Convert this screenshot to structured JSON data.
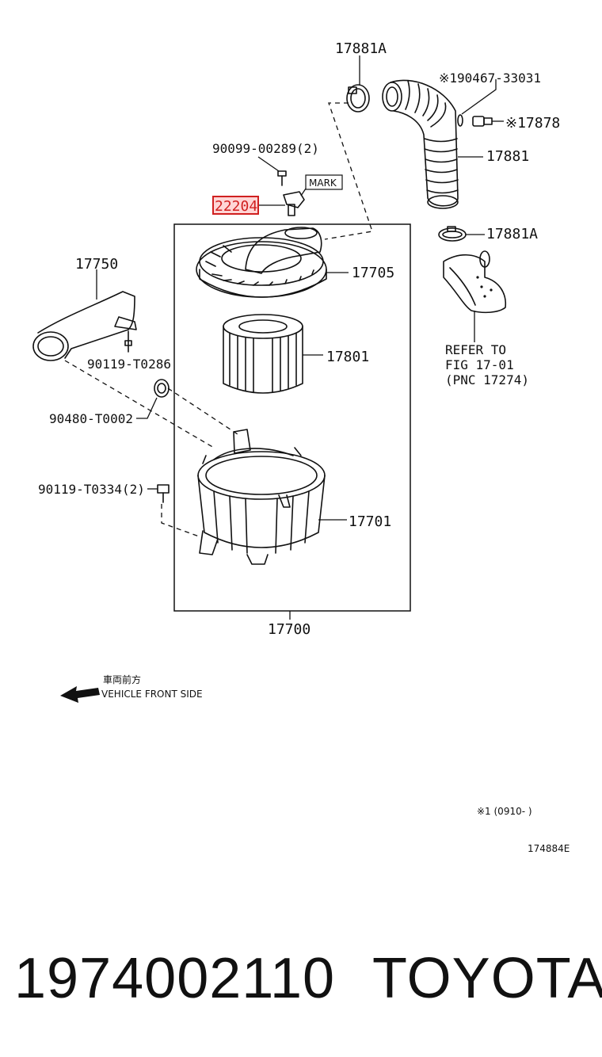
{
  "labels": {
    "p17881A_top": "17881A",
    "p90467": "※190467-33031",
    "p17878": "※17878",
    "p17881": "17881",
    "p17881A_mid": "17881A",
    "p90099": "90099-00289(2)",
    "mark": "MARK",
    "p22204": "22204",
    "p17750": "17750",
    "p17705": "17705",
    "p17801": "17801",
    "p90119_t0286": "90119-T0286",
    "p90480": "90480-T0002",
    "p90119_t0334": "90119-T0334(2)",
    "p17701": "17701",
    "p17700": "17700",
    "refer1": "REFER TO",
    "refer2": "FIG 17-01",
    "refer3": "(PNC 17274)"
  },
  "direction": {
    "jp": "車両前方",
    "en": "VEHICLE FRONT SIDE"
  },
  "footnote": "※1 (0910-      )",
  "fig_code": "174884E",
  "bottom": {
    "part_number": "1974002110",
    "brand": "TOYOTA"
  },
  "colors": {
    "highlight_border": "#d02020",
    "highlight_fill": "#ffd6d6",
    "line": "#111111"
  }
}
